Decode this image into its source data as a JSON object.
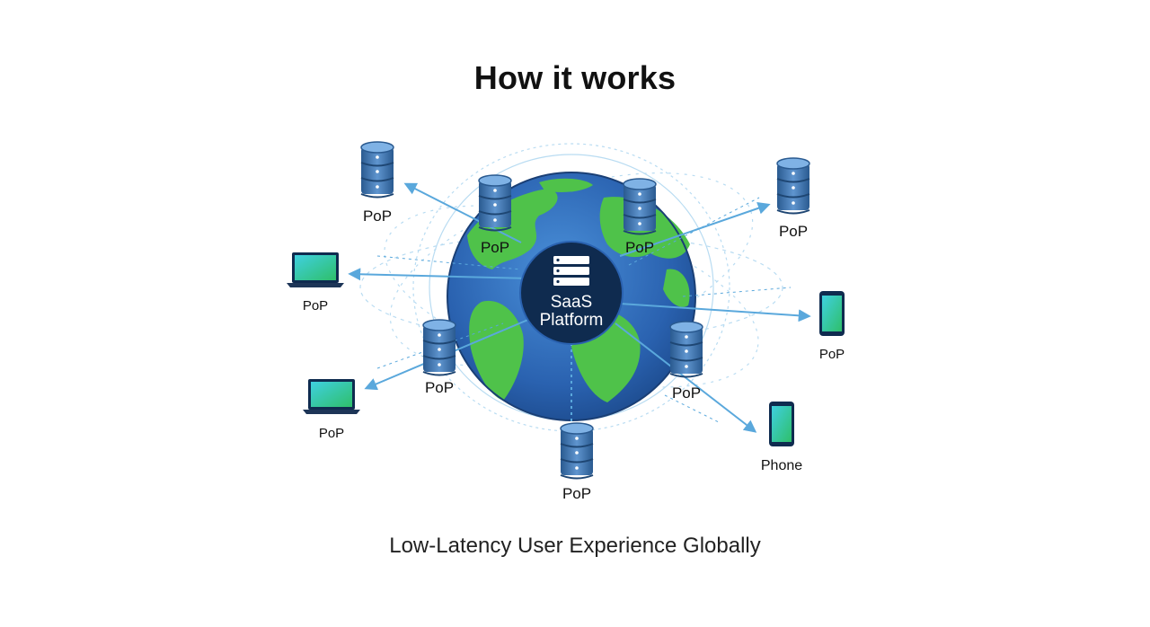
{
  "title": "How it works",
  "subtitle": "Low-Latency User Experience Globally",
  "center": {
    "line1": "SaaS",
    "line2": "Platform"
  },
  "nodes": [
    {
      "id": "pop-top-left",
      "label": "PoP",
      "icon": "database-icon"
    },
    {
      "id": "pop-globe-upper-left",
      "label": "PoP",
      "icon": "database-icon"
    },
    {
      "id": "pop-globe-upper-right",
      "label": "PoP",
      "icon": "database-icon"
    },
    {
      "id": "pop-top-right",
      "label": "PoP",
      "icon": "database-icon"
    },
    {
      "id": "laptop-upper-left",
      "label": "PoP",
      "icon": "laptop-icon"
    },
    {
      "id": "phone-right",
      "label": "PoP",
      "icon": "phone-icon"
    },
    {
      "id": "pop-globe-lower-left",
      "label": "PoP",
      "icon": "database-icon"
    },
    {
      "id": "laptop-lower-left",
      "label": "PoP",
      "icon": "laptop-icon"
    },
    {
      "id": "pop-globe-lower-right",
      "label": "PoP",
      "icon": "database-icon"
    },
    {
      "id": "phone-lower-right",
      "label": "Phone",
      "icon": "phone-icon"
    },
    {
      "id": "pop-bottom",
      "label": "PoP",
      "icon": "database-icon"
    }
  ],
  "colors": {
    "ocean": "#2f6fc0",
    "land": "#4fc24a",
    "hub": "#0f2b4f",
    "arrow": "#5aa8dc",
    "database": "#3a6ea8",
    "screen": "#2ec7b0"
  }
}
